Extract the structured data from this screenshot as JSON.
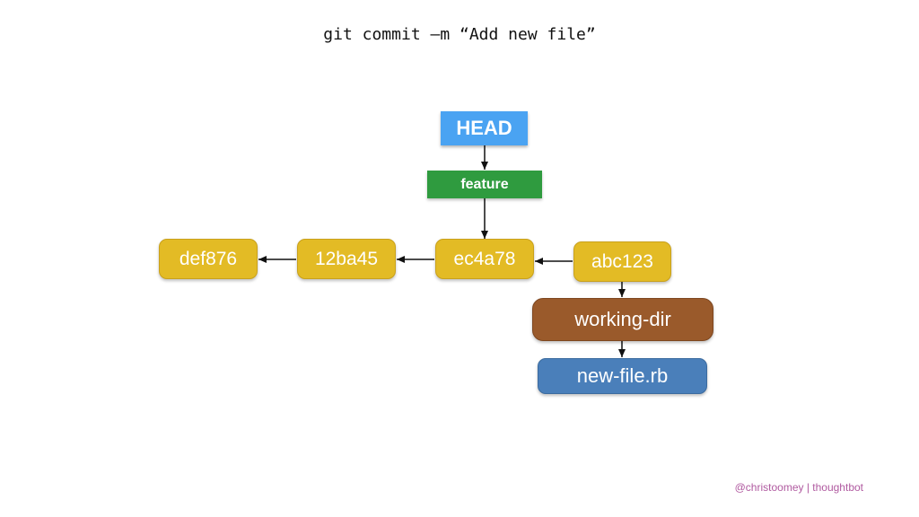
{
  "command": "git commit –m “Add new file”",
  "head_label": "HEAD",
  "branch_label": "feature",
  "commits": [
    "def876",
    "12ba45",
    "ec4a78",
    "abc123"
  ],
  "working_dir_label": "working-dir",
  "file_label": "new-file.rb",
  "credit": "@christoomey | thoughtbot",
  "colors": {
    "head": "#4aa3f2",
    "branch": "#2f9b3f",
    "commit": "#e3bb25",
    "working_dir": "#9a5a2b",
    "file": "#4a7fba"
  }
}
